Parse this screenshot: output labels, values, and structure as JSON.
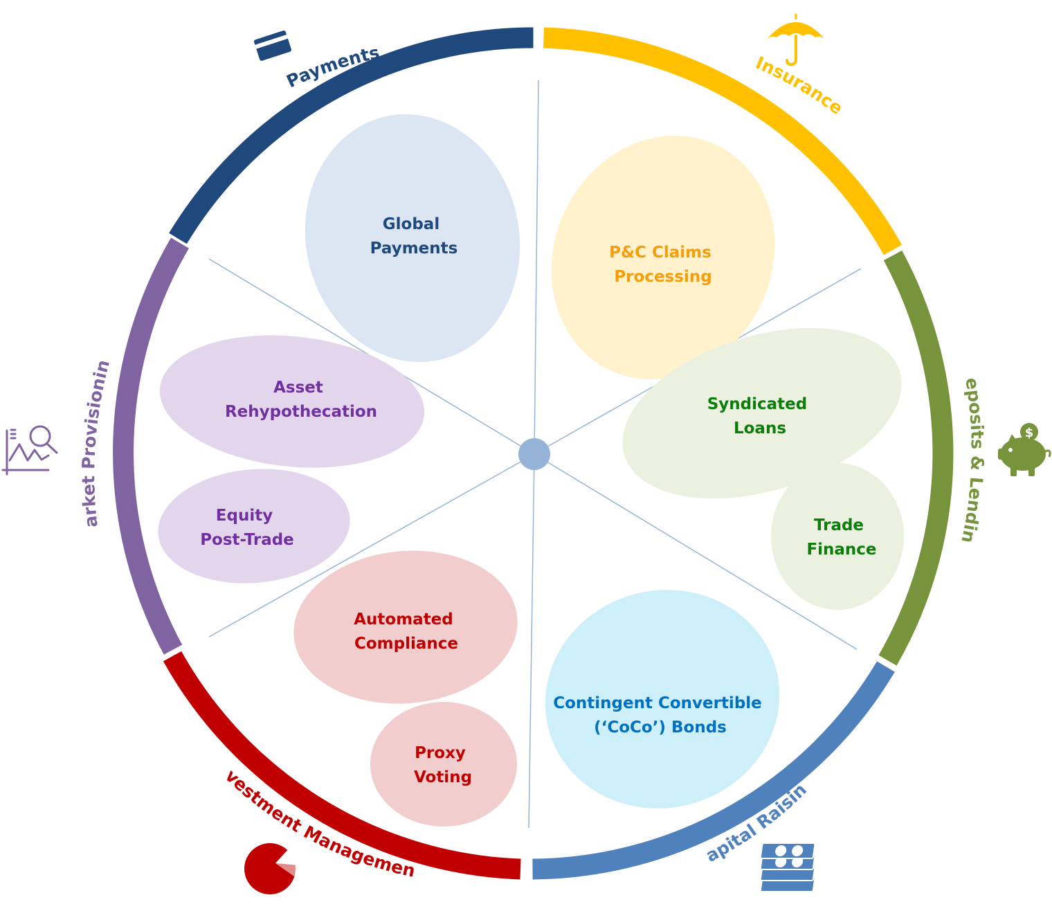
{
  "colors": {
    "payments": "#1f497d",
    "insurance": "#ffc000",
    "deposits": "#77933c",
    "capital": "#4f81bd",
    "investment": "#c00000",
    "market": "#8064a2",
    "spoke": "#95b3d7",
    "hub": "#95b3d7"
  },
  "segments": [
    {
      "key": "payments",
      "label": "Payments",
      "icon": "credit-card-icon"
    },
    {
      "key": "insurance",
      "label": "Insurance",
      "icon": "umbrella-icon"
    },
    {
      "key": "deposits",
      "label": "Deposits & Lending",
      "icon": "piggy-bank-icon"
    },
    {
      "key": "capital",
      "label": "Capital Raising",
      "icon": "money-stack-icon"
    },
    {
      "key": "investment",
      "label": "Investment Management",
      "icon": "pie-chart-icon"
    },
    {
      "key": "market",
      "label": "Market Provisioning",
      "icon": "market-analysis-icon"
    }
  ],
  "use_cases": {
    "global_payments": {
      "line1": "Global",
      "line2": "Payments"
    },
    "pc_claims": {
      "line1": "P&C Claims",
      "line2": "Processing"
    },
    "syndicated_loans": {
      "line1": "Syndicated",
      "line2": "Loans"
    },
    "trade_finance": {
      "line1": "Trade",
      "line2": "Finance"
    },
    "coco_bonds": {
      "line1": "Contingent Convertible",
      "line2": "(‘CoCo’) Bonds"
    },
    "automated_compliance": {
      "line1": "Automated",
      "line2": "Compliance"
    },
    "proxy_voting": {
      "line1": "Proxy",
      "line2": "Voting"
    },
    "equity_post_trade": {
      "line1": "Equity",
      "line2": "Post-Trade"
    },
    "asset_rehypothecation": {
      "line1": "Asset",
      "line2": "Rehypothecation"
    }
  }
}
